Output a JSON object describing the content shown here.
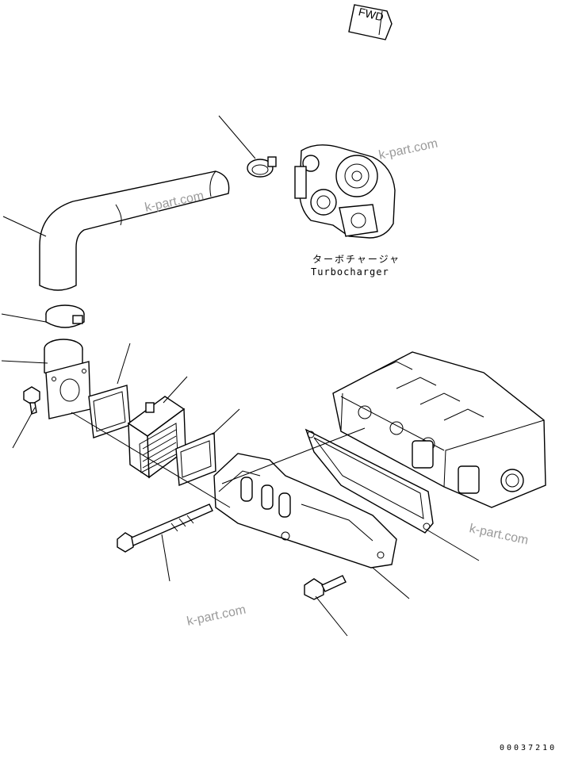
{
  "labels": {
    "fwd": "FWD",
    "turbocharger_jp": "ターボチャージャ",
    "turbocharger_en": "Turbocharger",
    "drawing_number": "00037210"
  },
  "watermarks": [
    "k-part.com",
    "k-part.com",
    "k-part.com",
    "k-part.com"
  ]
}
